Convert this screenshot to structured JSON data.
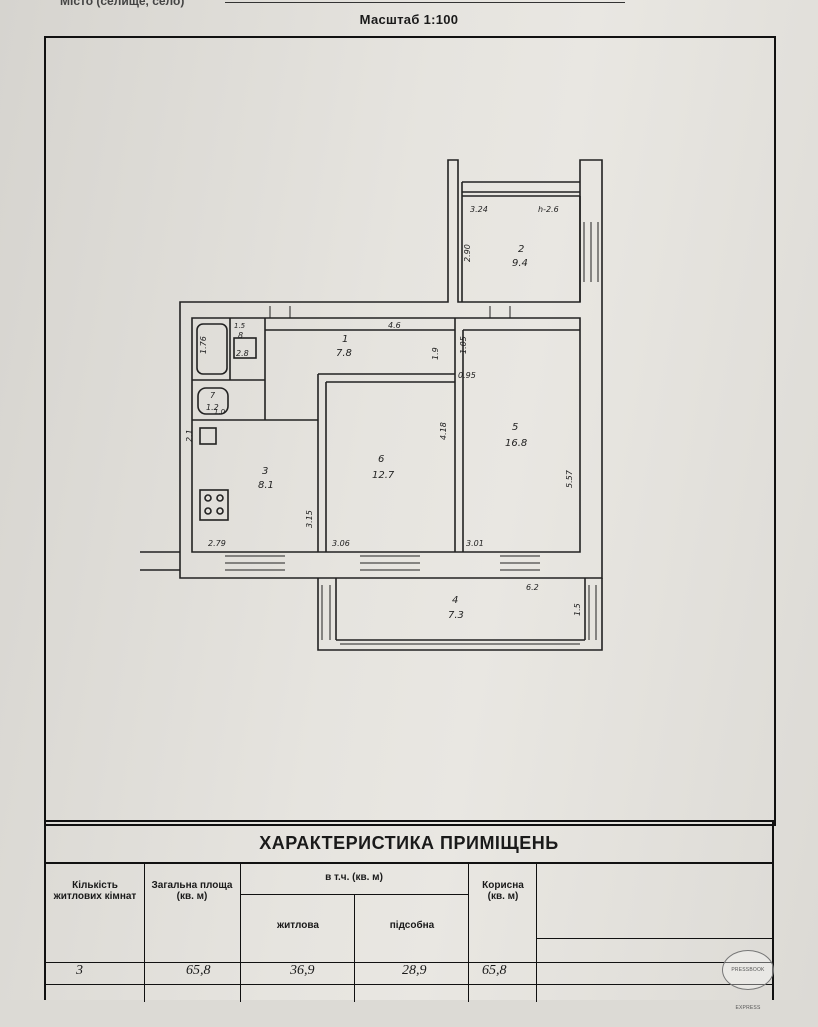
{
  "header": {
    "cut_text": "Місто (селище, село)",
    "scale": "Масштаб 1:100"
  },
  "plan": {
    "rooms": [
      {
        "num": "1",
        "area": "7.8"
      },
      {
        "num": "2",
        "area": "9.4"
      },
      {
        "num": "3",
        "area": "8.1"
      },
      {
        "num": "4",
        "area": "7.3"
      },
      {
        "num": "5",
        "area": "16.8"
      },
      {
        "num": "6",
        "area": "12.7"
      },
      {
        "num": "8",
        "area": "2.8"
      },
      {
        "num": "7",
        "area": "1.2"
      }
    ],
    "dimensions": [
      "3.24",
      "h-2.6",
      "2.90",
      "4.6",
      "1.5",
      "1.9",
      "1.05",
      "0.95",
      "4.18",
      "5.57",
      "3.15",
      "2.79",
      "3.06",
      "3.01",
      "6.2",
      "1.5",
      "1.76",
      "2.1",
      "1.0"
    ]
  },
  "table": {
    "title": "ХАРАКТЕРИСТИКА ПРИМІЩЕНЬ",
    "headers": {
      "rooms_count": "Кількість житлових кімнат",
      "total_area": "Загальна площа (кв. м)",
      "including": "в т.ч. (кв. м)",
      "living": "житлова",
      "auxiliary": "підсобна",
      "useful": "Корисна (кв. м)"
    },
    "values": {
      "rooms_count": "3",
      "total_area": "65,8",
      "living": "36,9",
      "auxiliary": "28,9",
      "useful": "65,8"
    }
  },
  "stamp": "PRESSBOOK EXPRESS"
}
